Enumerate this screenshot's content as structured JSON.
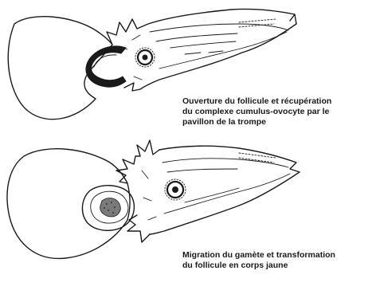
{
  "captions": {
    "top": [
      "Ouverture du follicule et récupération",
      "du complexe cumulus-ovocyte par le",
      "pavillon de la trompe"
    ],
    "bottom": [
      "Migration du gamète et transformation",
      "du follicule en corps jaune"
    ]
  },
  "colors": {
    "ink": "#1a1a1a",
    "background": "#ffffff",
    "stipple": "#7a7a7a"
  }
}
